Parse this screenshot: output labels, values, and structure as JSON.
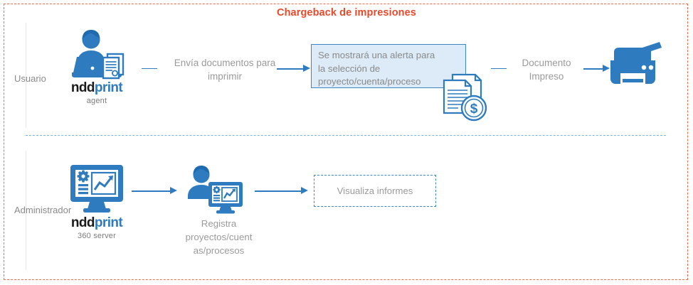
{
  "diagram": {
    "title": "Chargeback de impresiones",
    "accent_red": "#E8492B",
    "accent_blue": "#2E7CBF",
    "box_fill": "#DCEBF7",
    "text_gray": "#9a9a9a"
  },
  "lanes": [
    {
      "id": "usuario",
      "label": "Usuario"
    },
    {
      "id": "administrador",
      "label": "Administrador"
    }
  ],
  "user_lane": {
    "agent_logo": {
      "ndd": "ndd",
      "print": "print",
      "sub": "agent"
    },
    "send_caption": "Envía documentos para\nimprimir",
    "send_caption_line1": "Envía documentos para",
    "send_caption_line2": "imprimir",
    "alert_box": {
      "line1": "Se mostrará una alerta para",
      "line2": "la selección de",
      "line3": "proyecto/cuenta/proceso"
    },
    "printed_caption_line1": "Documento",
    "printed_caption_line2": "Impreso"
  },
  "admin_lane": {
    "server_logo": {
      "ndd": "ndd",
      "print": "print",
      "sub": "360 server"
    },
    "register_caption_line1": "Registra",
    "register_caption_line2": "proyectos/cuent",
    "register_caption_line3": "as/procesos",
    "reports_box": "Visualiza informes"
  },
  "icons": {
    "user_laptop": "user-with-laptop-icon",
    "documents_dollar": "documents-dollar-icon",
    "printer": "printer-icon",
    "server_monitor": "monitor-chart-gear-icon",
    "admin_monitor": "admin-with-monitor-icon"
  }
}
